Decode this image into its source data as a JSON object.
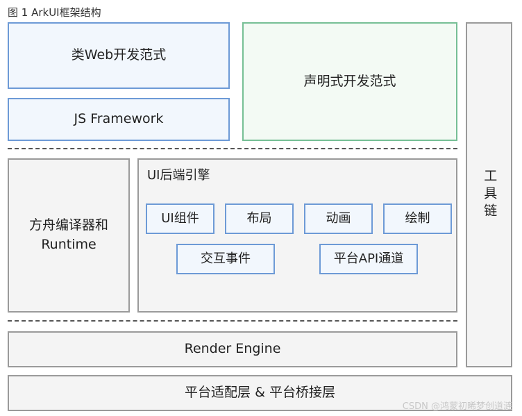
{
  "figure": {
    "title": "图 1 ArkUI框架结构"
  },
  "paradigms": {
    "web_like": "类Web开发范式",
    "js_framework": "JS Framework",
    "declarative": "声明式开发范式"
  },
  "compiler": {
    "line1": "方舟编译器和",
    "line2": "Runtime"
  },
  "backend": {
    "title": "UI后端引擎",
    "chips": [
      "UI组件",
      "布局",
      "动画",
      "绘制",
      "交互事件",
      "平台API通道"
    ]
  },
  "render_engine": "Render Engine",
  "platform_layer": "平台适配层 & 平台桥接层",
  "toolchain": "工具链",
  "watermark": "CSDN @鸿蒙初晞梦创道涟",
  "colors": {
    "blue_border": "#6d9ad6",
    "green_border": "#76bf95",
    "gray_border": "#9a9a9a"
  }
}
